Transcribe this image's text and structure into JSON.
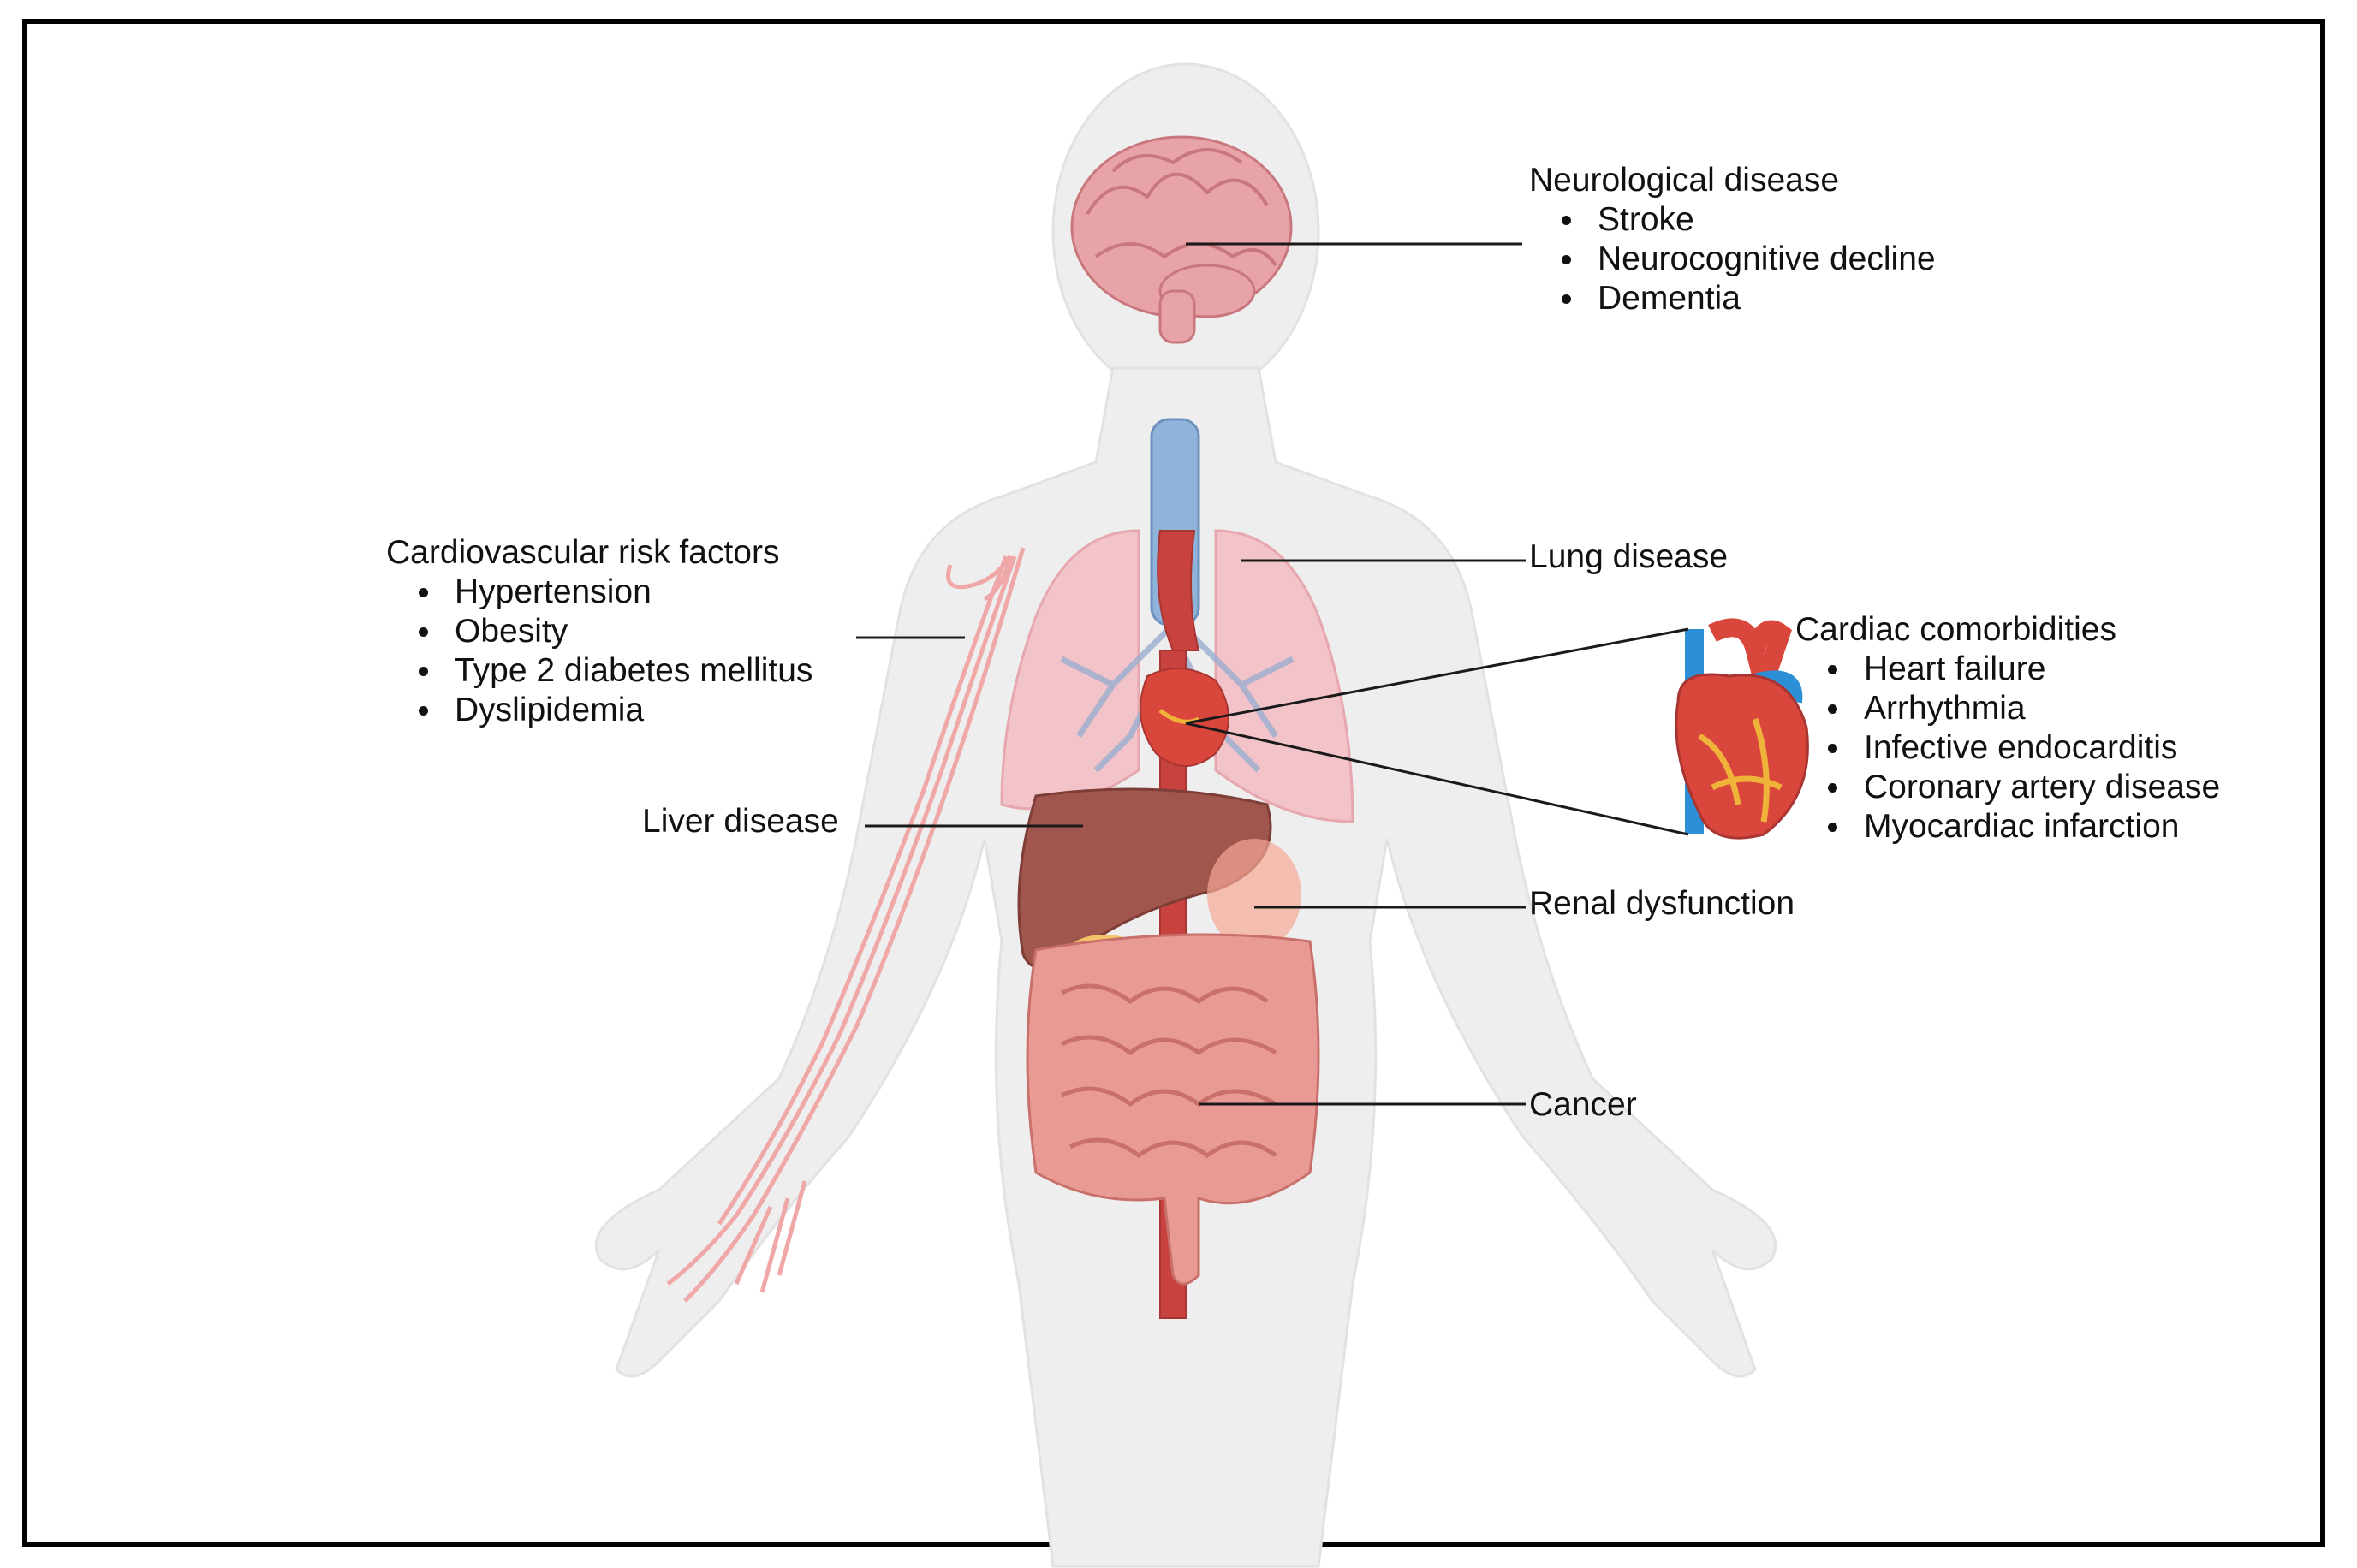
{
  "labels": {
    "neuro": {
      "title": "Neurological disease",
      "items": [
        "Stroke",
        "Neurocognitive decline",
        "Dementia"
      ]
    },
    "cv": {
      "title": "Cardiovascular risk factors",
      "items": [
        "Hypertension",
        "Obesity",
        "Type 2 diabetes mellitus",
        "Dyslipidemia"
      ]
    },
    "lung": {
      "title": "Lung disease"
    },
    "cardiac": {
      "title": "Cardiac comorbidities",
      "items": [
        "Heart failure",
        "Arrhythmia",
        "Infective endocarditis",
        "Coronary artery disease",
        "Myocardiac infarction"
      ]
    },
    "liver": {
      "title": "Liver disease"
    },
    "renal": {
      "title": "Renal dysfunction"
    },
    "cancer": {
      "title": "Cancer"
    }
  },
  "colors": {
    "body": "#eeeeee",
    "brain": "#e8a3a8",
    "trachea": "#8fb3d9",
    "lungs": "#f2c3c8",
    "aorta": "#c8423f",
    "heart": "#d9463b",
    "liver": "#a0554d",
    "intestine": "#e99a94",
    "leader": "#1a1a1a"
  }
}
